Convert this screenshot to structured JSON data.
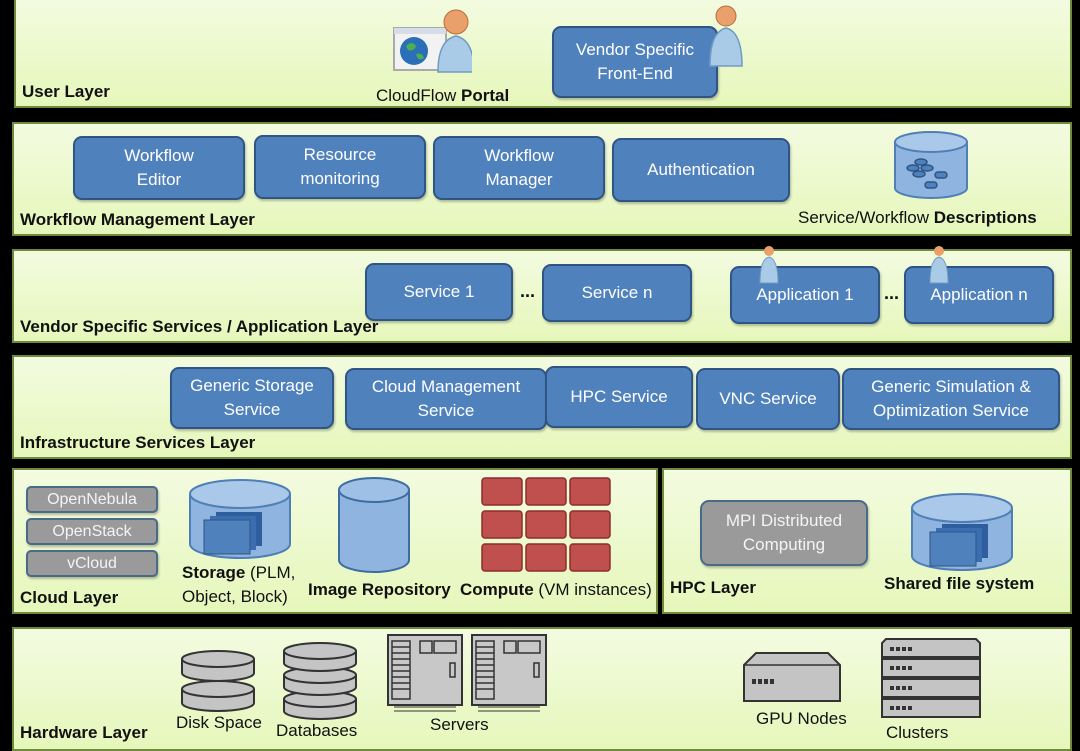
{
  "diagram": {
    "user_layer": {
      "label": "User Layer",
      "portal": {
        "name_regular": "CloudFlow ",
        "name_bold": "Portal"
      },
      "front_end": {
        "line1": "Vendor Specific",
        "line2": "Front-End"
      }
    },
    "workflow_layer": {
      "label": "Workflow Management Layer",
      "boxes": [
        {
          "line1": "Workflow",
          "line2": "Editor"
        },
        {
          "line1": "Resource",
          "line2": "monitoring"
        },
        {
          "line1": "Workflow",
          "line2": "Manager"
        },
        {
          "line1": "Authentication",
          "line2": ""
        }
      ],
      "descriptions": {
        "regular": "Service/Workflow ",
        "bold": "Descriptions"
      }
    },
    "vendor_layer": {
      "label": "Vendor Specific Services / Application Layer",
      "services": [
        "Service 1",
        "Service n"
      ],
      "applications": [
        "Application 1",
        "Application n"
      ],
      "ellipsis": "..."
    },
    "infra_layer": {
      "label": "Infrastructure Services Layer",
      "boxes": [
        {
          "line1": "Generic Storage",
          "line2": "Service"
        },
        {
          "line1": "Cloud Management",
          "line2": "Service"
        },
        {
          "line1": "HPC Service",
          "line2": ""
        },
        {
          "line1": "VNC Service",
          "line2": ""
        },
        {
          "line1": "Generic Simulation &",
          "line2": "Optimization Service"
        }
      ]
    },
    "cloud_layer": {
      "label": "Cloud Layer",
      "platforms": [
        "OpenNebula",
        "OpenStack",
        "vCloud"
      ],
      "storage": {
        "bold": "Storage",
        "rest1": " (PLM,",
        "line2": "Object, Block)"
      },
      "image_repo": "Image Repository",
      "compute": {
        "bold": "Compute",
        "rest": " (VM instances)"
      }
    },
    "hpc_layer": {
      "label": "HPC Layer",
      "mpi": {
        "line1": "MPI Distributed",
        "line2": "Computing"
      },
      "shared_fs": "Shared file system"
    },
    "hardware_layer": {
      "label": "Hardware Layer",
      "items": [
        "Disk Space",
        "Databases",
        "Servers",
        "GPU Nodes",
        "Clusters"
      ]
    },
    "colors": {
      "box_blue": "#4f81bd",
      "box_gray": "#9a9a9a",
      "vm_red": "#c0504d",
      "layer_green": "#e6f7bb"
    }
  }
}
